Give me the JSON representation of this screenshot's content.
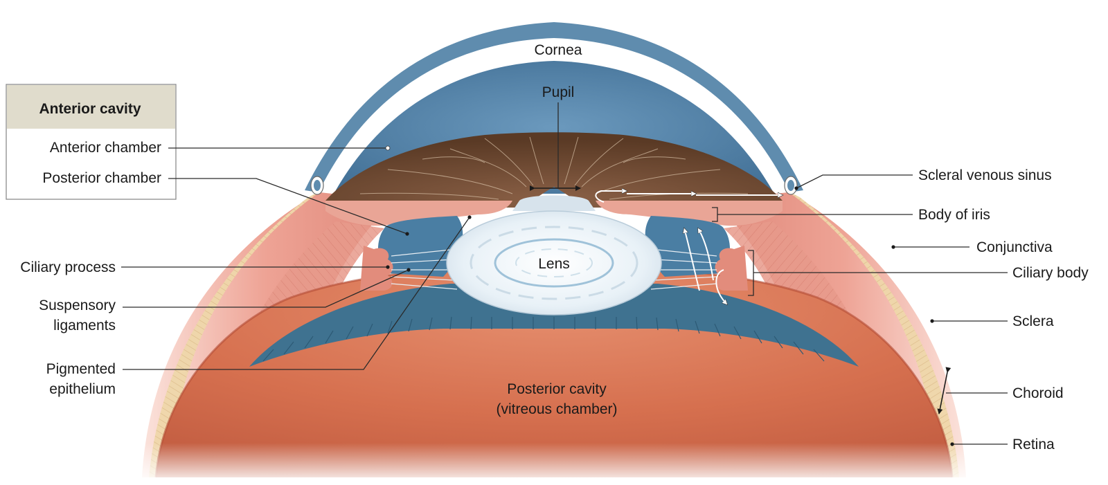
{
  "legend_box": {
    "title": "Anterior cavity",
    "items": [
      "Anterior chamber",
      "Posterior chamber"
    ]
  },
  "labels": {
    "cornea": "Cornea",
    "pupil": "Pupil",
    "lens": "Lens",
    "posterior_cavity_line1": "Posterior cavity",
    "posterior_cavity_line2": "(vitreous chamber)",
    "ciliary_process": "Ciliary process",
    "suspensory_ligaments_line1": "Suspensory",
    "suspensory_ligaments_line2": "ligaments",
    "pigmented_epithelium_line1": "Pigmented",
    "pigmented_epithelium_line2": "epithelium",
    "scleral_venous_sinus": "Scleral venous sinus",
    "body_of_iris": "Body of iris",
    "conjunctiva": "Conjunctiva",
    "ciliary_body": "Ciliary body",
    "sclera": "Sclera",
    "choroid": "Choroid",
    "retina": "Retina"
  },
  "colors": {
    "cornea_blue": "#6f97b4",
    "aqueous_blue": "#4f7fa3",
    "iris_brown": "#6b4630",
    "sclera_tan": "#ecd3a6",
    "ciliary_pink": "#e89a8c",
    "retina_orange": "#d97356",
    "lens_white": "#eef4f8",
    "legend_header": "#e0dccc"
  }
}
